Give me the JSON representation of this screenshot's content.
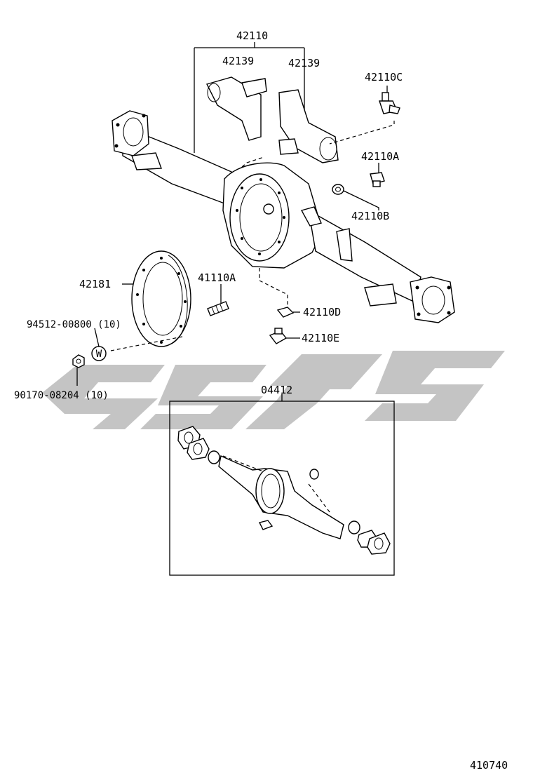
{
  "labels": {
    "p42110": "42110",
    "p42139_left": "42139",
    "p42139_right": "42139",
    "p42110C": "42110C",
    "p42110A": "42110A",
    "p42110B": "42110B",
    "p42181": "42181",
    "p41110A": "41110A",
    "p42110D": "42110D",
    "p42110E": "42110E",
    "p94512": "94512-00800 (10)",
    "p90170": "90170-08204 (10)",
    "p04412": "04412",
    "washer_letter": "W",
    "figure_number": "410740"
  },
  "colors": {
    "line": "#000000",
    "watermark": "#c4c4c4",
    "background": "#ffffff"
  }
}
